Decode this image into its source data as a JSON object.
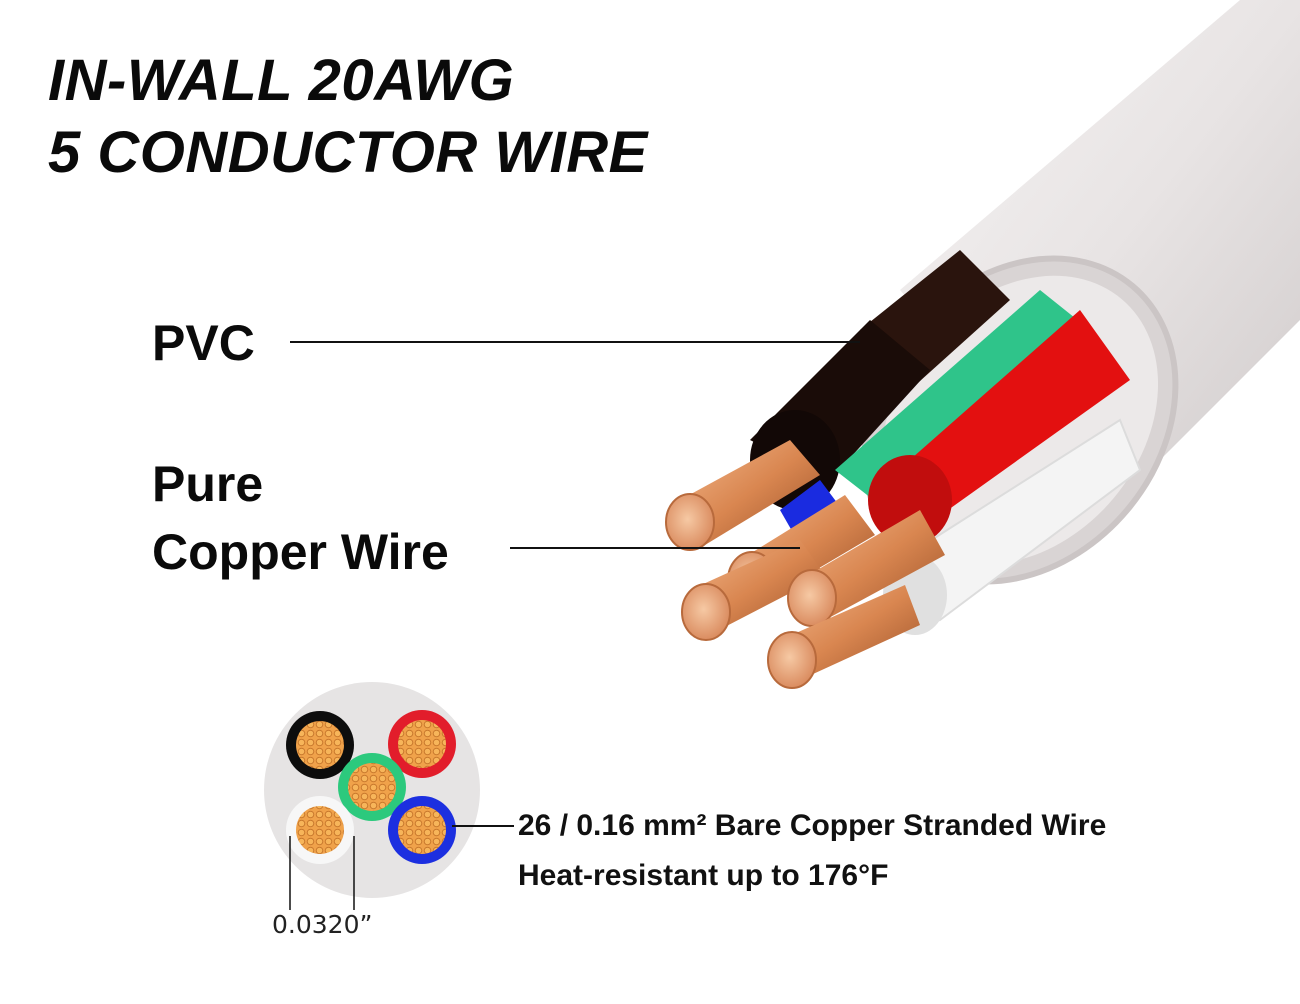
{
  "title": {
    "line1": "IN-WALL 20AWG",
    "line2": "5 CONDUCTOR WIRE"
  },
  "callouts": {
    "pvc": "PVC",
    "copper_line1": "Pure",
    "copper_line2": "Copper Wire"
  },
  "specs": {
    "line1": "26 / 0.16 mm² Bare Copper Stranded Wire",
    "line2": "Heat-resistant up to 176°F"
  },
  "dimension": "0.0320”",
  "colors": {
    "jacket": "#e9e6e6",
    "black_conductor": "#1a0c08",
    "green_conductor": "#2fc48a",
    "red_conductor": "#e31010",
    "blue_conductor": "#1a2be0",
    "white_conductor": "#f4f4f4",
    "copper": "#e0915e"
  }
}
